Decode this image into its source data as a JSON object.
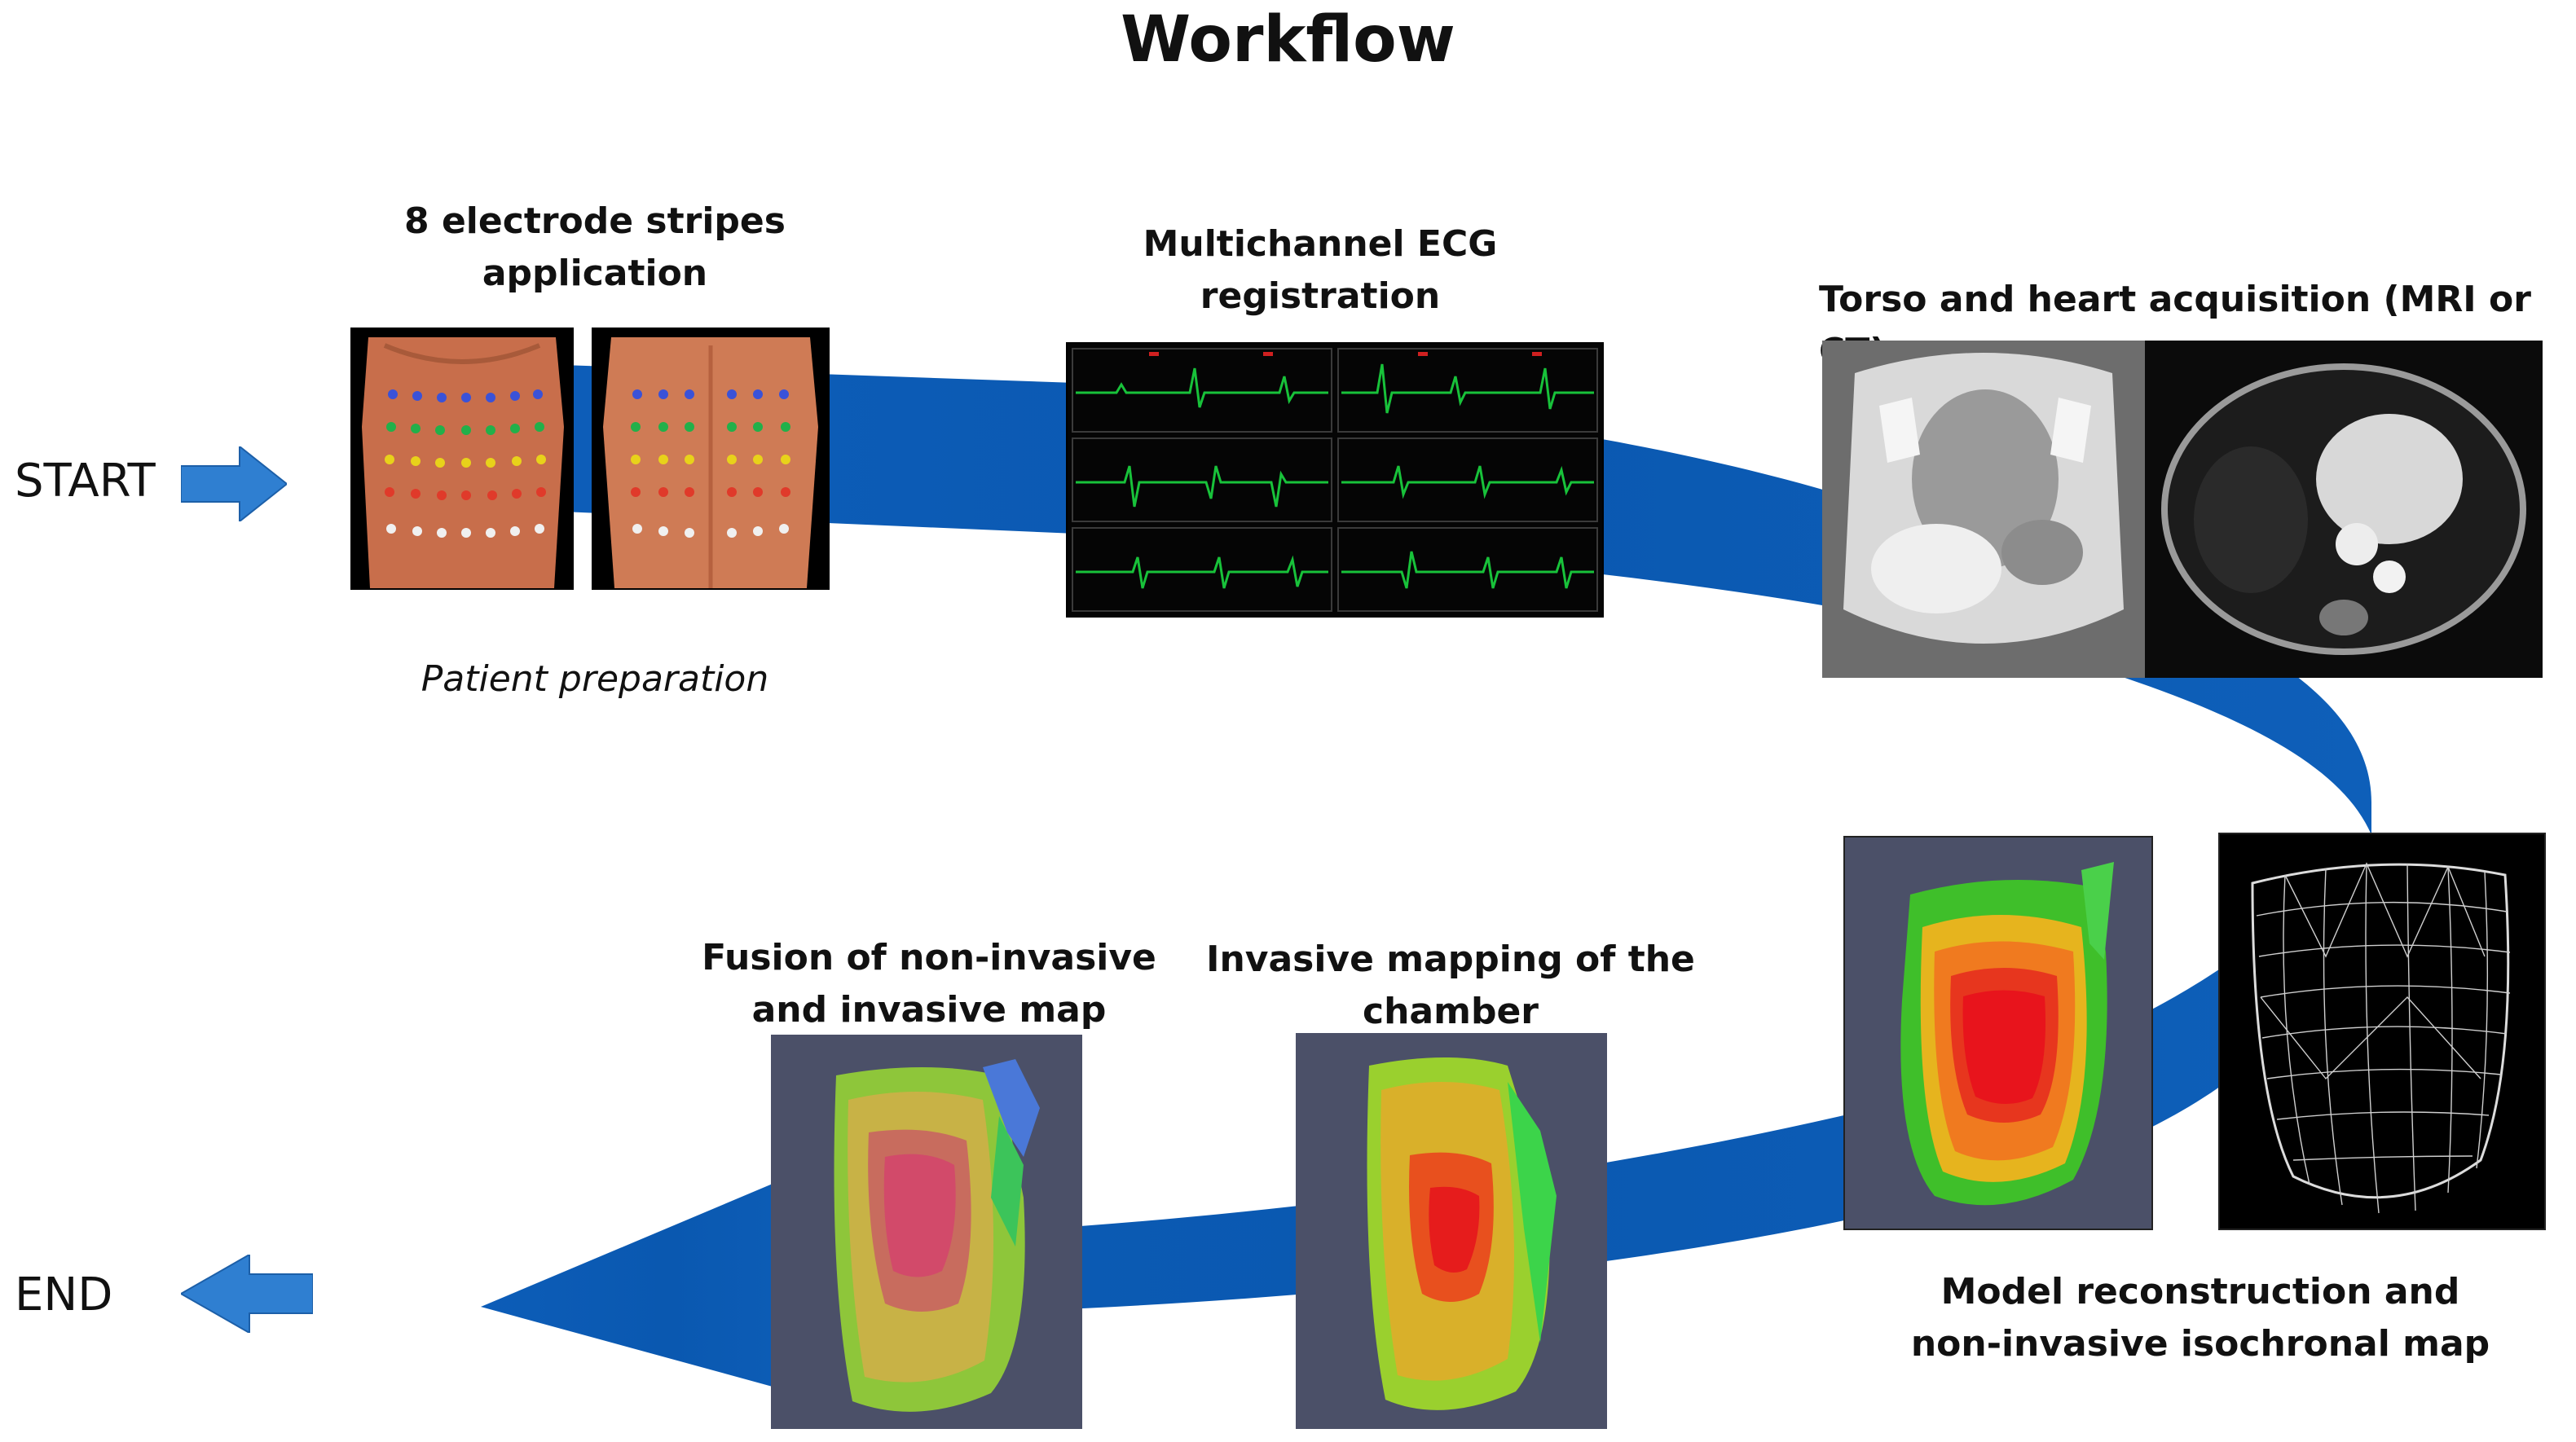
{
  "title": "Workflow",
  "start_label": "START",
  "end_label": "END",
  "steps": [
    {
      "label_line1": "8 electrode stripes",
      "label_line2": "application",
      "caption": "Patient preparation"
    },
    {
      "label_line1": "Multichannel ECG",
      "label_line2": "registration"
    },
    {
      "label_line1": "Torso and heart acquisition (MRI or CT)"
    },
    {
      "label_line1": "Model reconstruction and",
      "label_line2": "non-invasive isochronal map"
    },
    {
      "label_line1": "Invasive mapping of the",
      "label_line2": "chamber"
    },
    {
      "label_line1": "Fusion of non-invasive",
      "label_line2": "and invasive map"
    }
  ],
  "colors": {
    "band": "#0a58b0",
    "arrow": "#2f7fd1",
    "ecg_trace": "#18c23a",
    "panel_bg": "#4b5068",
    "torso": "#c86e4b"
  },
  "icons": [
    "right-arrow-icon",
    "left-arrow-icon"
  ]
}
